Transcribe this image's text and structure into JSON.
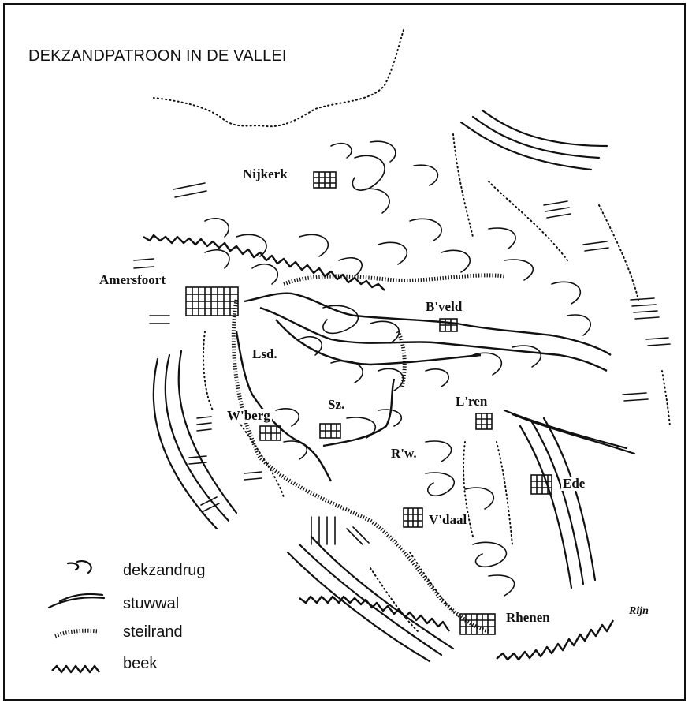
{
  "map": {
    "title": "DEKZANDPATROON IN DE VALLEI",
    "places": [
      {
        "key": "nijkerk",
        "label": "Nijkerk"
      },
      {
        "key": "amersfoort",
        "label": "Amersfoort"
      },
      {
        "key": "bveld",
        "label": "B'veld"
      },
      {
        "key": "lsd",
        "label": "Lsd."
      },
      {
        "key": "wberg",
        "label": "W'berg"
      },
      {
        "key": "sz",
        "label": "Sz."
      },
      {
        "key": "lren",
        "label": "L'ren"
      },
      {
        "key": "rw",
        "label": "R'w."
      },
      {
        "key": "ede",
        "label": "Ede"
      },
      {
        "key": "vdaal",
        "label": "V'daal"
      },
      {
        "key": "rhenen",
        "label": "Rhenen"
      },
      {
        "key": "rijn",
        "label": "Rijn"
      }
    ]
  },
  "legend": [
    {
      "label": "dekzandrug",
      "symbol": "dekzandrug-icon"
    },
    {
      "label": "stuwwal",
      "symbol": "stuwwal-icon"
    },
    {
      "label": "steilrand",
      "symbol": "steilrand-icon"
    },
    {
      "label": "beek",
      "symbol": "beek-icon"
    }
  ]
}
